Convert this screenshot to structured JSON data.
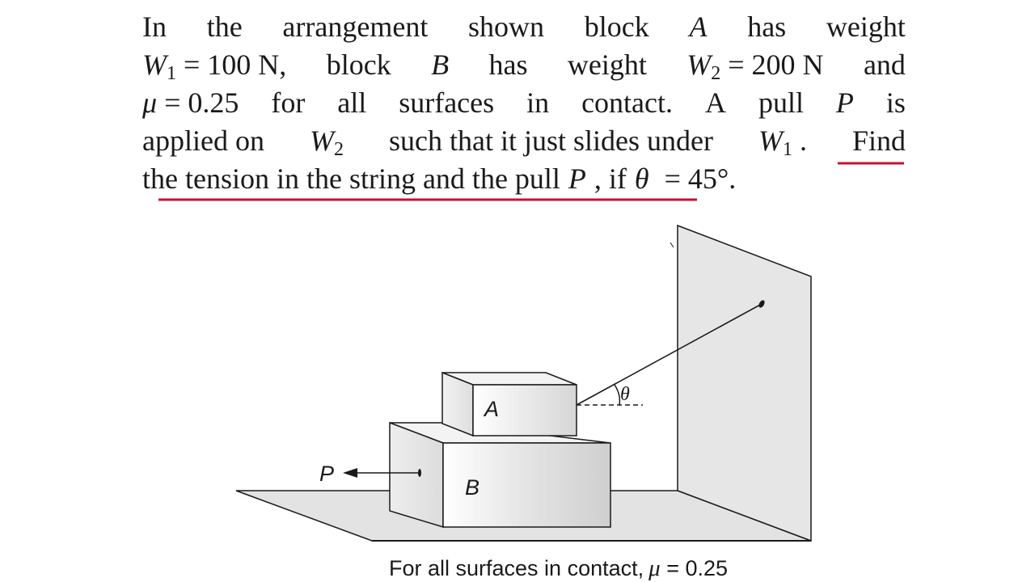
{
  "problem": {
    "line1": [
      "In",
      "the",
      "arrangement",
      "shown",
      "block",
      "A",
      "has",
      "weight"
    ],
    "line2": {
      "w1_var": "W",
      "w1_sub": "1",
      "w1_val": " = 100 N,",
      "mid": "block",
      "b": "B",
      "has": "has",
      "weight": "weight",
      "w2_var": "W",
      "w2_sub": "2",
      "w2_val": " = 200 N",
      "and": "and"
    },
    "line3": {
      "mu": "μ",
      "mu_val": " = 0.25",
      "words": [
        "for",
        "all",
        "surfaces",
        "in",
        "contact.",
        "A",
        "pull"
      ],
      "p": "P",
      "is": "is"
    },
    "line4": {
      "pre": "applied on",
      "w2_var": "W",
      "w2_sub": "2",
      "mid": "such that it just slides under",
      "w1_var": "W",
      "w1_sub": "1",
      "dot": ".",
      "find": "Find"
    },
    "line5": {
      "text": "the tension in the string and the pull",
      "p": "P",
      "tail": ", if",
      "theta": "θ",
      "theta_val": " = 45°."
    }
  },
  "diagram": {
    "label_a": "A",
    "label_b": "B",
    "label_p": "P",
    "label_theta": "θ",
    "caption_text": "For all surfaces in contact,",
    "caption_mu": "μ",
    "caption_val": " = 0.25"
  },
  "colors": {
    "underline": "#c8102e",
    "surface": "#e3e3e3",
    "ink": "#1a1a1a"
  }
}
